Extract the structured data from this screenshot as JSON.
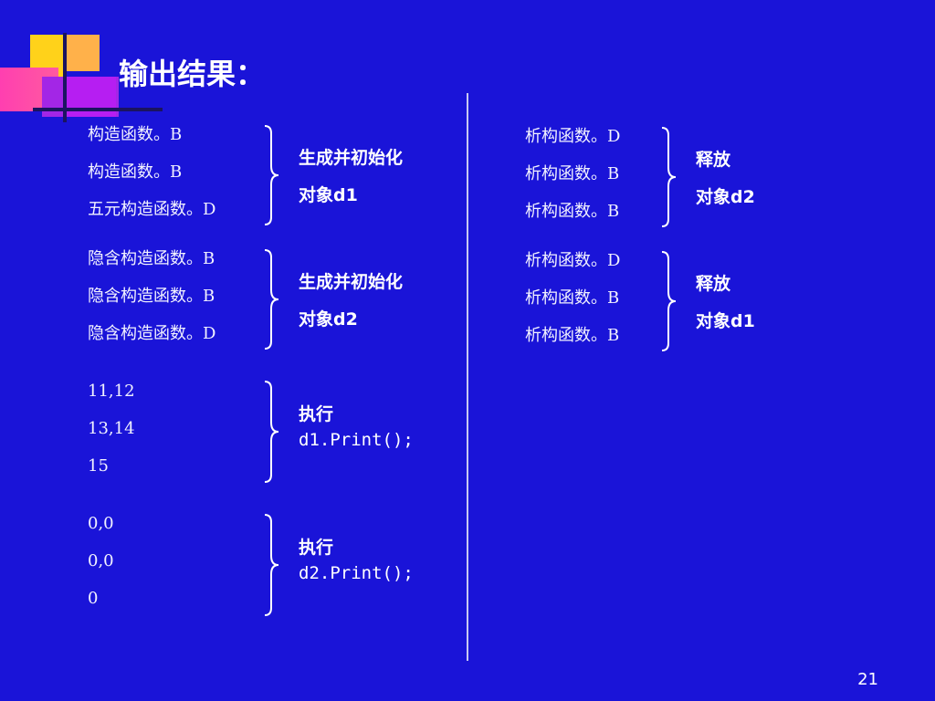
{
  "slide": {
    "title": "输出结果：",
    "page_number": "21"
  },
  "left": {
    "group1": {
      "lines": [
        "构造函数。B",
        "构造函数。B",
        "五元构造函数。D"
      ],
      "note1": "生成并初始化",
      "note2": "对象d1"
    },
    "group2": {
      "lines": [
        "隐含构造函数。B",
        "隐含构造函数。B",
        "隐含构造函数。D"
      ],
      "note1": "生成并初始化",
      "note2": "对象d2"
    },
    "group3": {
      "lines": [
        "11,12",
        "13,14",
        "15"
      ],
      "note1": "执行",
      "note2": "d1.Print();"
    },
    "group4": {
      "lines": [
        "0,0",
        "0,0",
        "0"
      ],
      "note1": "执行",
      "note2": "d2.Print();"
    }
  },
  "right": {
    "group1": {
      "lines": [
        "析构函数。D",
        "析构函数。B",
        "析构函数。B"
      ],
      "note1": "释放",
      "note2": "对象d2"
    },
    "group2": {
      "lines": [
        "析构函数。D",
        "析构函数。B",
        "析构函数。B"
      ],
      "note1": "释放",
      "note2": "对象d1"
    }
  },
  "colors": {
    "background": "#1a14d8",
    "text": "#ffffff",
    "accent_yellow": "#ffd21a",
    "accent_pink": "#ff3fb0",
    "accent_purple": "#a326e6"
  }
}
